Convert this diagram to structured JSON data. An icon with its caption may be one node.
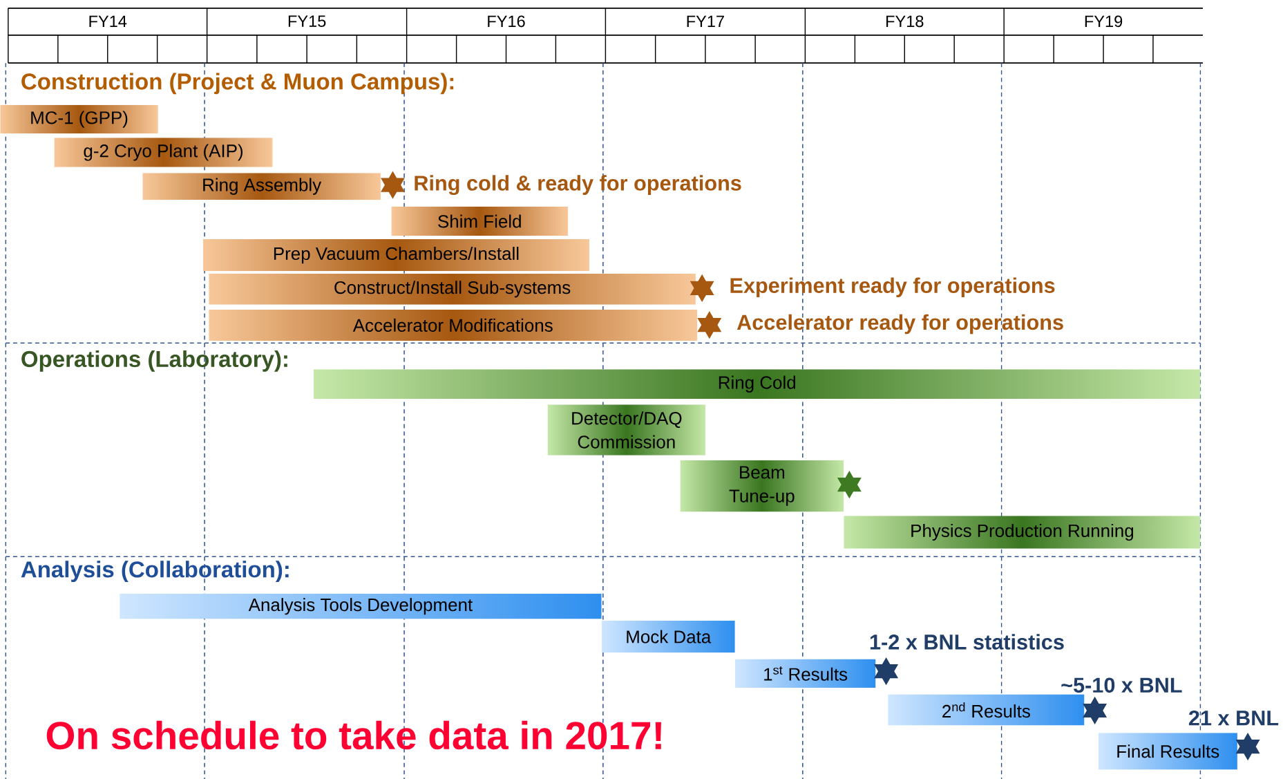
{
  "diagram": {
    "nodes": [
      {
        "text": [
          "MC-1 (GPP)"
        ]
      },
      {
        "text": [
          "g-2 Cryo Plant (AIP)"
        ]
      },
      {
        "text": [
          "Ring Assembly"
        ]
      },
      {
        "text": [],
        "shape": "star",
        "beside": [
          "Ring cold & ready for operations"
        ]
      },
      {
        "text": [
          "Shim Field"
        ]
      },
      {
        "text": [
          "Prep Vacuum Chambers/Install"
        ]
      },
      {
        "text": [
          "Construct/Install Sub-systems"
        ]
      },
      {
        "text": [],
        "shape": "star",
        "beside": [
          "Experiment ready for operations"
        ]
      },
      {
        "text": [
          "Accelerator Modifications"
        ]
      },
      {
        "text": [],
        "shape": "star",
        "beside": [
          "Accelerator ready for operations"
        ]
      },
      {
        "text": [
          "Ring Cold"
        ]
      },
      {
        "text": [
          "Detector/DAQ Commission"
        ]
      },
      {
        "text": [
          "Beam Tune-up"
        ]
      },
      {
        "text": [],
        "shape": "star"
      },
      {
        "text": [
          "Physics Production Running"
        ]
      },
      {
        "text": [
          "Analysis Tools Development"
        ]
      },
      {
        "text": [
          "Mock Data"
        ]
      },
      {
        "text": [
          "1$^{st}$ Results"
        ]
      },
      {
        "text": [],
        "shape": "star",
        "beside": [
          "1-2 x BNL statistics"
        ]
      },
      {
        "text": [
          "2$^{nd}$ Results"
        ]
      },
      {
        "text": [],
        "shape": "star",
        "beside": [
          "~5-10 x BNL"
        ]
      },
      {
        "text": [
          "Final Results"
        ]
      },
      {
        "text": [],
        "shape": "star",
        "beside": [
          "21 x BNL"
        ]
      }
    ],
    "labels": [
      "FY14",
      "FY15",
      "FY16",
      "FY17",
      "FY18",
      "FY19",
      "Construction (Project & Muon Campus):",
      "Operations (Laboratory):",
      "Analysis (Collaboration):",
      "On schedule to take data in 2017!"
    ]
  }
}
